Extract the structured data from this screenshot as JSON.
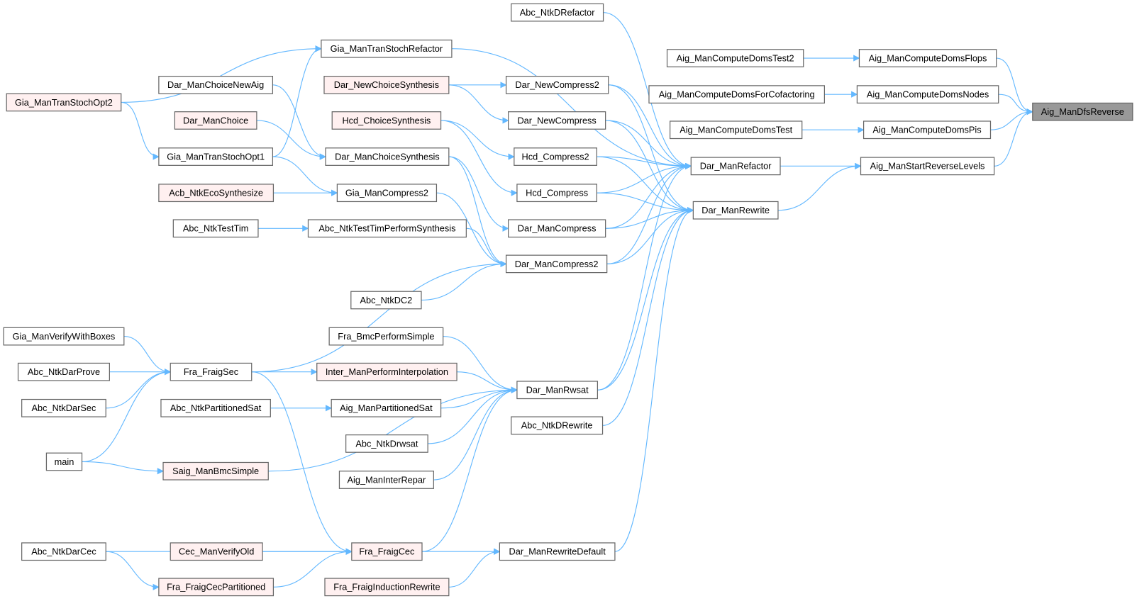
{
  "colors": {
    "edge": "#63b8ff",
    "normal_fill": "#ffffff",
    "normal_stroke": "#666666",
    "red_fill": "#fff0f0",
    "red_stroke": "#ff0000",
    "root_fill": "#999999",
    "root_stroke": "#666666"
  },
  "nodes": [
    {
      "label": "Aig_ManDfsReverse",
      "style": "root"
    },
    {
      "label": "Aig_ManComputeDomsFlops",
      "style": "normal"
    },
    {
      "label": "Aig_ManComputeDomsNodes",
      "style": "normal"
    },
    {
      "label": "Aig_ManComputeDomsPis",
      "style": "normal"
    },
    {
      "label": "Aig_ManStartReverseLevels",
      "style": "normal"
    },
    {
      "label": "Aig_ManComputeDomsTest2",
      "style": "normal"
    },
    {
      "label": "Aig_ManComputeDomsForCofactoring",
      "style": "normal"
    },
    {
      "label": "Aig_ManComputeDomsTest",
      "style": "normal"
    },
    {
      "label": "Dar_ManRefactor",
      "style": "normal"
    },
    {
      "label": "Dar_ManRewrite",
      "style": "normal"
    },
    {
      "label": "Abc_NtkDRefactor",
      "style": "normal"
    },
    {
      "label": "Gia_ManTranStochRefactor",
      "style": "normal"
    },
    {
      "label": "Dar_NewCompress2",
      "style": "normal"
    },
    {
      "label": "Dar_NewCompress",
      "style": "normal"
    },
    {
      "label": "Hcd_Compress2",
      "style": "normal"
    },
    {
      "label": "Hcd_Compress",
      "style": "normal"
    },
    {
      "label": "Dar_ManCompress",
      "style": "normal"
    },
    {
      "label": "Dar_ManCompress2",
      "style": "normal"
    },
    {
      "label": "Dar_ManRwsat",
      "style": "normal"
    },
    {
      "label": "Abc_NtkDRewrite",
      "style": "normal"
    },
    {
      "label": "Dar_ManRewriteDefault",
      "style": "normal"
    },
    {
      "label": "Gia_ManTranStochOpt2",
      "style": "red"
    },
    {
      "label": "Gia_ManTranStochOpt1",
      "style": "normal"
    },
    {
      "label": "Dar_ManChoiceNewAig",
      "style": "normal"
    },
    {
      "label": "Dar_ManChoice",
      "style": "red"
    },
    {
      "label": "Dar_NewChoiceSynthesis",
      "style": "red"
    },
    {
      "label": "Hcd_ChoiceSynthesis",
      "style": "red"
    },
    {
      "label": "Dar_ManChoiceSynthesis",
      "style": "normal"
    },
    {
      "label": "Acb_NtkEcoSynthesize",
      "style": "red"
    },
    {
      "label": "Gia_ManCompress2",
      "style": "normal"
    },
    {
      "label": "Abc_NtkTestTim",
      "style": "normal"
    },
    {
      "label": "Abc_NtkTestTimPerformSynthesis",
      "style": "normal"
    },
    {
      "label": "Abc_NtkDC2",
      "style": "normal"
    },
    {
      "label": "Gia_ManVerifyWithBoxes",
      "style": "normal"
    },
    {
      "label": "Abc_NtkDarProve",
      "style": "normal"
    },
    {
      "label": "Abc_NtkDarSec",
      "style": "normal"
    },
    {
      "label": "main",
      "style": "normal"
    },
    {
      "label": "Fra_FraigSec",
      "style": "normal"
    },
    {
      "label": "Inter_ManPerformInterpolation",
      "style": "red"
    },
    {
      "label": "Fra_BmcPerformSimple",
      "style": "normal"
    },
    {
      "label": "Abc_NtkPartitionedSat",
      "style": "normal"
    },
    {
      "label": "Aig_ManPartitionedSat",
      "style": "normal"
    },
    {
      "label": "Abc_NtkDrwsat",
      "style": "normal"
    },
    {
      "label": "Aig_ManInterRepar",
      "style": "normal"
    },
    {
      "label": "Saig_ManBmcSimple",
      "style": "red"
    },
    {
      "label": "Abc_NtkDarCec",
      "style": "normal"
    },
    {
      "label": "Cec_ManVerifyOld",
      "style": "red"
    },
    {
      "label": "Fra_FraigCec",
      "style": "red"
    },
    {
      "label": "Fra_FraigCecPartitioned",
      "style": "red"
    },
    {
      "label": "Fra_FraigInductionRewrite",
      "style": "red"
    }
  ],
  "edges": [
    [
      "Aig_ManComputeDomsFlops",
      "Aig_ManDfsReverse"
    ],
    [
      "Aig_ManComputeDomsNodes",
      "Aig_ManDfsReverse"
    ],
    [
      "Aig_ManComputeDomsPis",
      "Aig_ManDfsReverse"
    ],
    [
      "Aig_ManStartReverseLevels",
      "Aig_ManDfsReverse"
    ],
    [
      "Aig_ManComputeDomsTest2",
      "Aig_ManComputeDomsFlops"
    ],
    [
      "Aig_ManComputeDomsForCofactoring",
      "Aig_ManComputeDomsNodes"
    ],
    [
      "Aig_ManComputeDomsTest",
      "Aig_ManComputeDomsPis"
    ],
    [
      "Dar_ManRefactor",
      "Aig_ManStartReverseLevels"
    ],
    [
      "Dar_ManRewrite",
      "Aig_ManStartReverseLevels"
    ],
    [
      "Abc_NtkDRefactor",
      "Dar_ManRefactor"
    ],
    [
      "Gia_ManTranStochRefactor",
      "Dar_ManRefactor"
    ],
    [
      "Dar_NewCompress2",
      "Dar_ManRefactor"
    ],
    [
      "Dar_NewCompress2",
      "Dar_ManRewrite"
    ],
    [
      "Dar_NewCompress",
      "Dar_ManRefactor"
    ],
    [
      "Dar_NewCompress",
      "Dar_ManRewrite"
    ],
    [
      "Hcd_Compress2",
      "Dar_ManRefactor"
    ],
    [
      "Hcd_Compress2",
      "Dar_ManRewrite"
    ],
    [
      "Hcd_Compress",
      "Dar_ManRefactor"
    ],
    [
      "Hcd_Compress",
      "Dar_ManRewrite"
    ],
    [
      "Dar_ManCompress",
      "Dar_ManRefactor"
    ],
    [
      "Dar_ManCompress",
      "Dar_ManRewrite"
    ],
    [
      "Dar_ManCompress2",
      "Dar_ManRefactor"
    ],
    [
      "Dar_ManCompress2",
      "Dar_ManRewrite"
    ],
    [
      "Dar_ManRwsat",
      "Dar_ManRefactor"
    ],
    [
      "Dar_ManRwsat",
      "Dar_ManRewrite"
    ],
    [
      "Abc_NtkDRewrite",
      "Dar_ManRewrite"
    ],
    [
      "Dar_ManRewriteDefault",
      "Dar_ManRewrite"
    ],
    [
      "Gia_ManTranStochOpt2",
      "Gia_ManTranStochRefactor"
    ],
    [
      "Gia_ManTranStochOpt2",
      "Gia_ManTranStochOpt1"
    ],
    [
      "Gia_ManTranStochOpt1",
      "Gia_ManTranStochRefactor"
    ],
    [
      "Gia_ManTranStochOpt1",
      "Gia_ManCompress2"
    ],
    [
      "Dar_ManChoiceNewAig",
      "Dar_ManChoiceSynthesis"
    ],
    [
      "Dar_ManChoice",
      "Dar_ManChoiceSynthesis"
    ],
    [
      "Dar_NewChoiceSynthesis",
      "Dar_NewCompress2"
    ],
    [
      "Dar_NewChoiceSynthesis",
      "Dar_NewCompress"
    ],
    [
      "Hcd_ChoiceSynthesis",
      "Hcd_Compress2"
    ],
    [
      "Hcd_ChoiceSynthesis",
      "Hcd_Compress"
    ],
    [
      "Dar_ManChoiceSynthesis",
      "Dar_ManCompress"
    ],
    [
      "Dar_ManChoiceSynthesis",
      "Dar_ManCompress2"
    ],
    [
      "Acb_NtkEcoSynthesize",
      "Gia_ManCompress2"
    ],
    [
      "Gia_ManCompress2",
      "Dar_ManCompress2"
    ],
    [
      "Abc_NtkTestTim",
      "Abc_NtkTestTimPerformSynthesis"
    ],
    [
      "Abc_NtkTestTimPerformSynthesis",
      "Dar_ManCompress2"
    ],
    [
      "Fra_FraigSec",
      "Dar_ManCompress2"
    ],
    [
      "Abc_NtkDC2",
      "Dar_ManCompress2"
    ],
    [
      "Gia_ManVerifyWithBoxes",
      "Fra_FraigSec"
    ],
    [
      "Abc_NtkDarProve",
      "Fra_FraigSec"
    ],
    [
      "Abc_NtkDarSec",
      "Fra_FraigSec"
    ],
    [
      "main",
      "Fra_FraigSec"
    ],
    [
      "Fra_FraigSec",
      "Inter_ManPerformInterpolation"
    ],
    [
      "Fra_FraigSec",
      "Fra_FraigCec"
    ],
    [
      "Fra_BmcPerformSimple",
      "Dar_ManRwsat"
    ],
    [
      "Inter_ManPerformInterpolation",
      "Dar_ManRwsat"
    ],
    [
      "Aig_ManPartitionedSat",
      "Dar_ManRwsat"
    ],
    [
      "Abc_NtkDrwsat",
      "Dar_ManRwsat"
    ],
    [
      "Aig_ManInterRepar",
      "Dar_ManRwsat"
    ],
    [
      "Saig_ManBmcSimple",
      "Dar_ManRwsat"
    ],
    [
      "Fra_FraigCec",
      "Dar_ManRwsat"
    ],
    [
      "Abc_NtkPartitionedSat",
      "Aig_ManPartitionedSat"
    ],
    [
      "main",
      "Saig_ManBmcSimple"
    ],
    [
      "Abc_NtkDarCec",
      "Fra_FraigCec"
    ],
    [
      "Abc_NtkDarCec",
      "Fra_FraigCecPartitioned"
    ],
    [
      "Cec_ManVerifyOld",
      "Fra_FraigCec"
    ],
    [
      "Fra_FraigCecPartitioned",
      "Fra_FraigCec"
    ],
    [
      "Fra_FraigCec",
      "Dar_ManRewriteDefault"
    ],
    [
      "Fra_FraigInductionRewrite",
      "Dar_ManRewriteDefault"
    ]
  ]
}
